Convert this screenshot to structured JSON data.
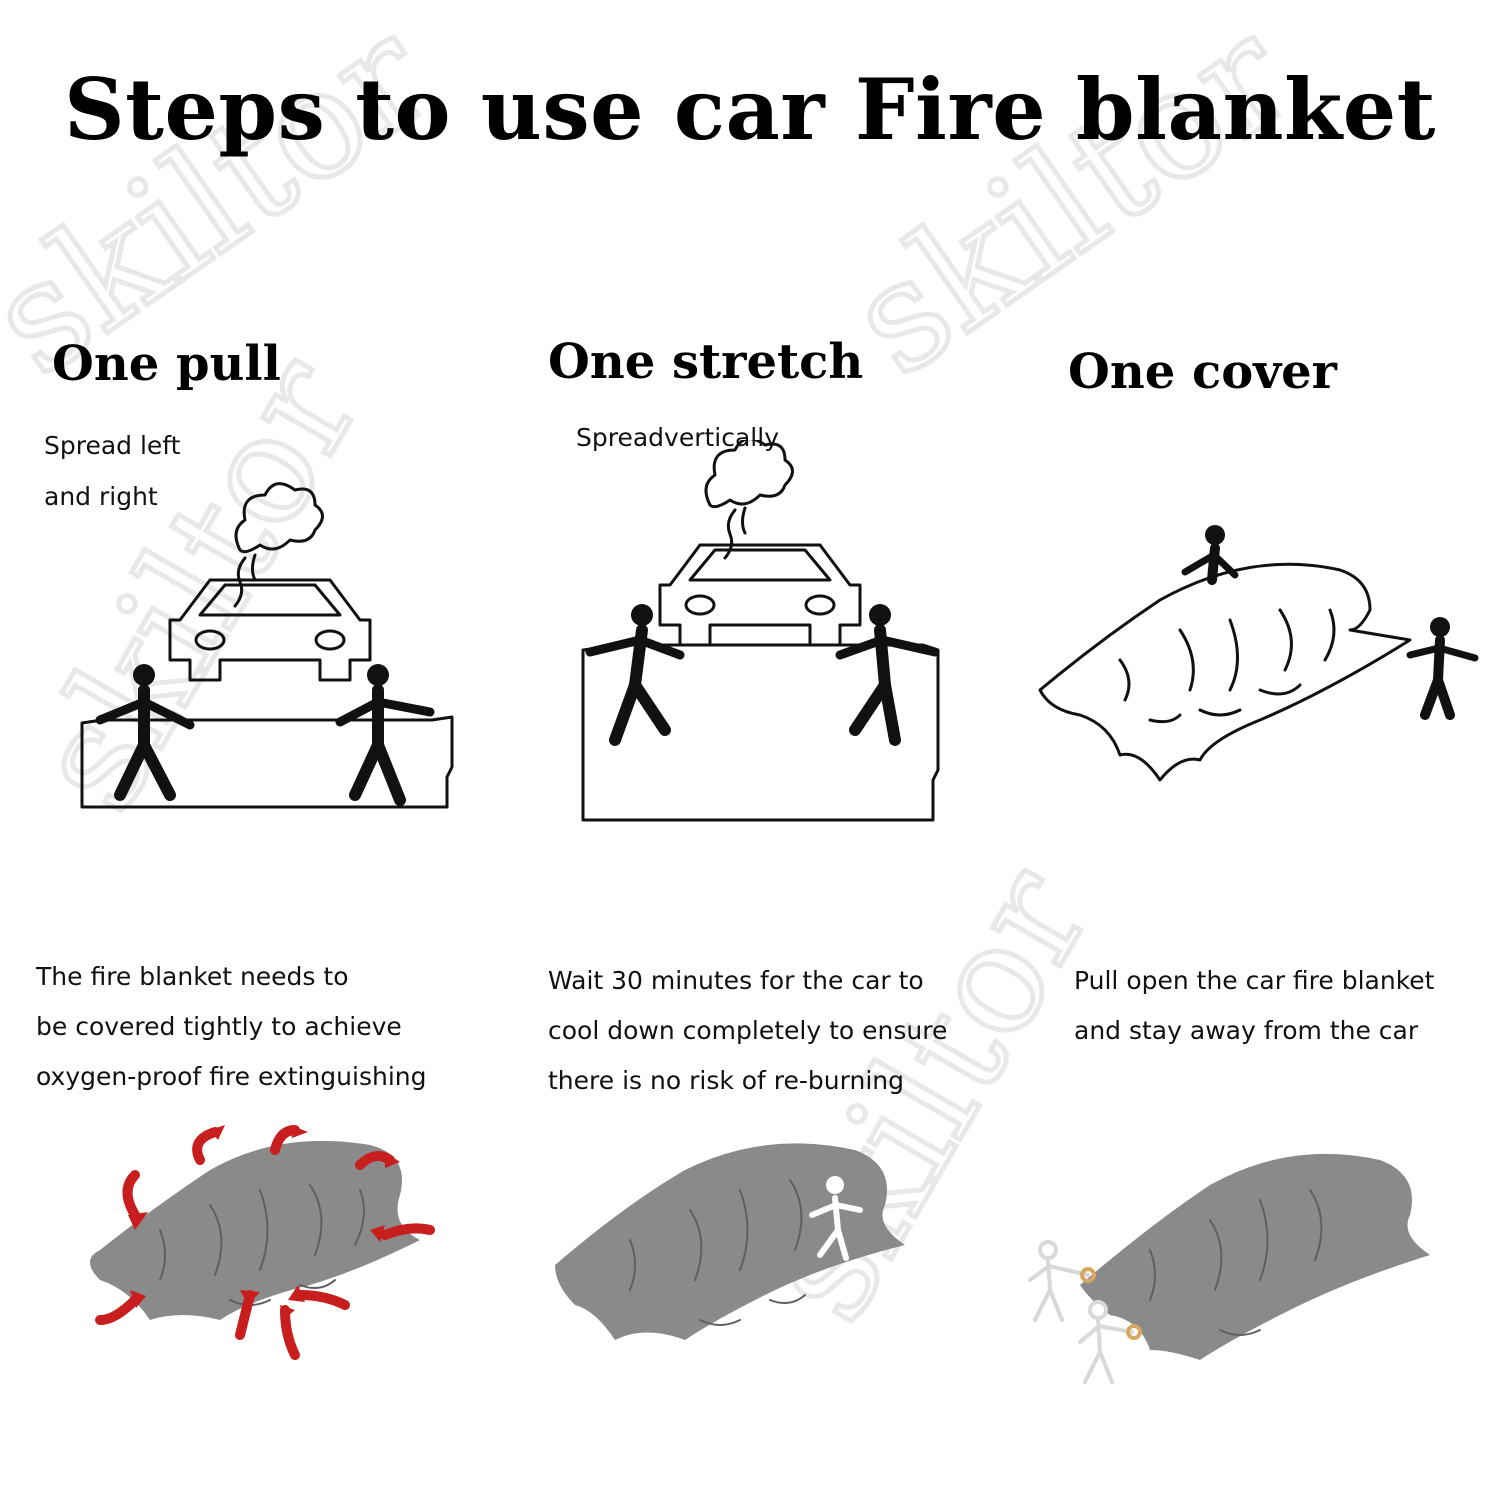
{
  "title": "Steps to use car Fire blanket",
  "steps": [
    {
      "title": "One pull",
      "subtitle_lines": [
        "Spread left",
        "and right"
      ],
      "illustration_icon": "car-fire-blanket-held-horizontal-icon"
    },
    {
      "title": "One stretch",
      "subtitle_lines": [
        "Spreadvertically"
      ],
      "illustration_icon": "car-fire-blanket-stretched-vertical-icon"
    },
    {
      "title": "One cover",
      "subtitle_lines": [],
      "illustration_icon": "blanket-covering-car-icon"
    }
  ],
  "notes": [
    {
      "lines": [
        "The fire blanket needs to",
        "be covered tightly to achieve",
        "oxygen-proof fire extinguishing"
      ],
      "illustration_icon": "blanket-sealed-arrows-icon"
    },
    {
      "lines": [
        "Wait 30 minutes for the car to",
        "cool down completely to ensure",
        "there is no risk of re-burning"
      ],
      "illustration_icon": "covered-car-waiting-icon"
    },
    {
      "lines": [
        "Pull open the car fire blanket",
        "and stay away from the car"
      ],
      "illustration_icon": "pull-blanket-off-icon"
    }
  ],
  "colors": {
    "blanket_gray": "#8a8a8a",
    "arrow_red": "#c81e1e",
    "ink": "#111111",
    "watermark": "#e3e3e3"
  },
  "watermark": "skiltor"
}
